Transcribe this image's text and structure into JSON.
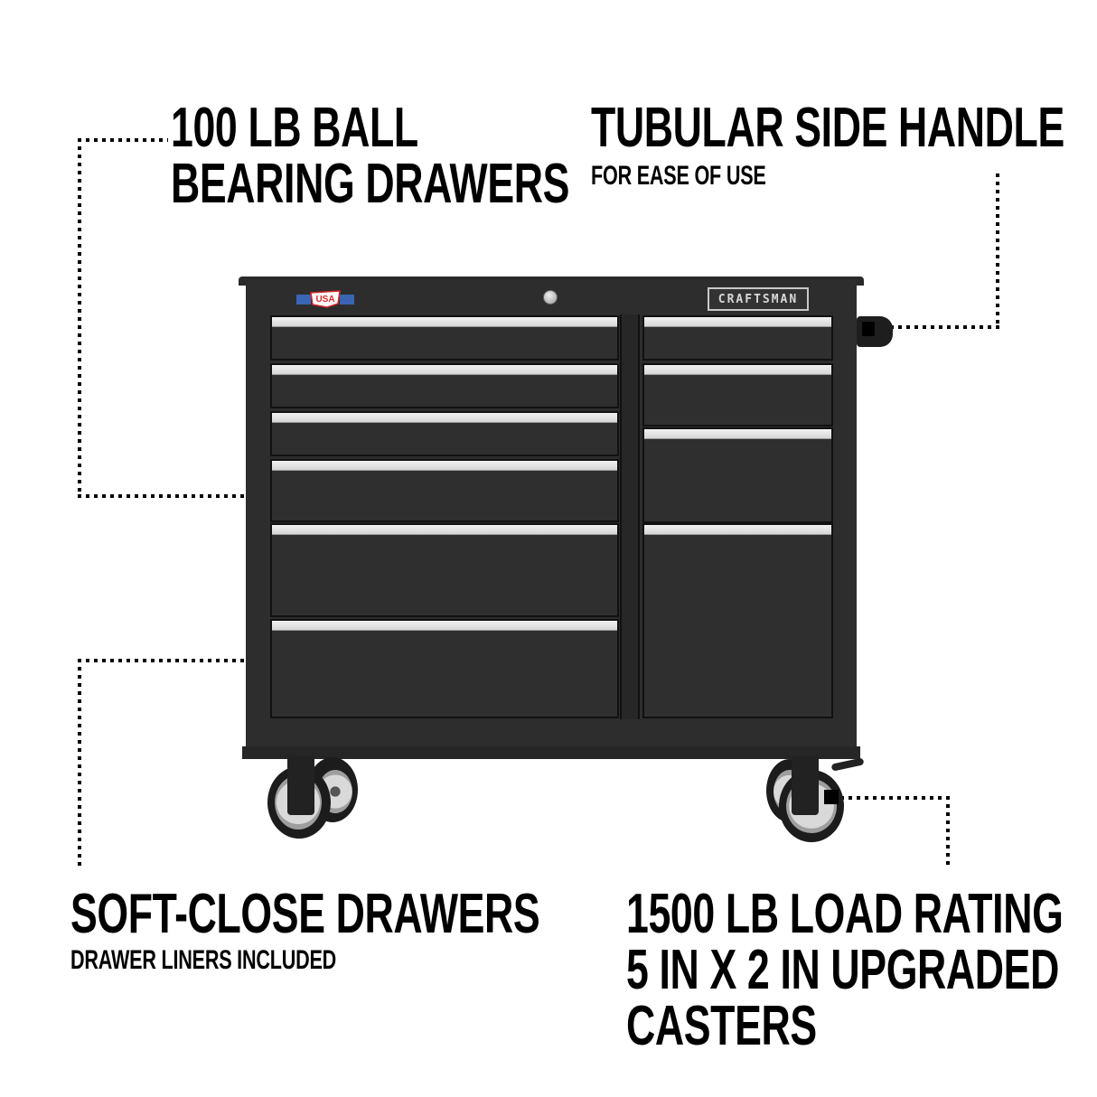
{
  "product": {
    "brand_plate": "CRAFTSMAN",
    "badge": "USA",
    "colors": {
      "background": "#ffffff",
      "text": "#000000",
      "cabinet": "#2d2d2d",
      "drawer_pull": "#e8e8e8",
      "badge_red": "#d62828",
      "badge_blue": "#3a64b4"
    }
  },
  "callouts": {
    "top_left": {
      "title_line1": "100 LB BALL",
      "title_line2": "BEARING DRAWERS"
    },
    "top_right": {
      "title": "TUBULAR SIDE HANDLE",
      "subtitle": "FOR EASE OF USE"
    },
    "bottom_left": {
      "title": "SOFT-CLOSE DRAWERS",
      "subtitle": "DRAWER LINERS INCLUDED"
    },
    "bottom_right": {
      "title_line1": "1500 LB LOAD RATING",
      "title_line2": "5 IN X 2 IN UPGRADED",
      "title_line3": "CASTERS"
    }
  },
  "drawers": {
    "left_count": 6,
    "right_count": 4
  }
}
